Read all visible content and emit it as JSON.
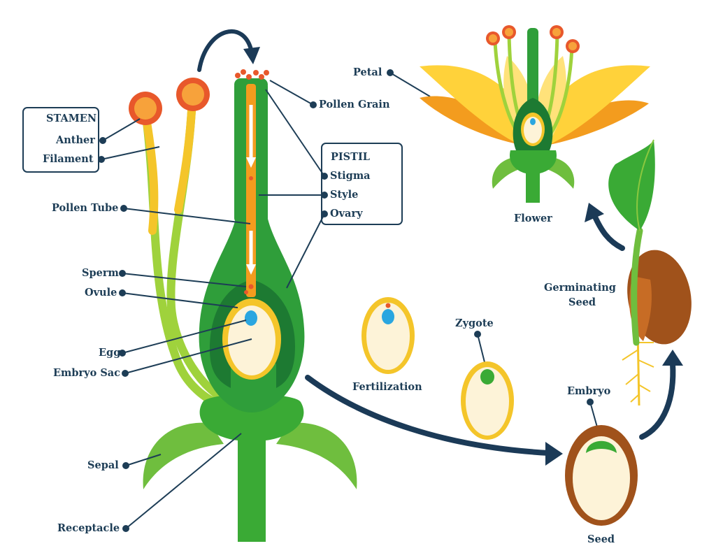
{
  "labels": {
    "stamen": "STAMEN",
    "anther": "Anther",
    "filament": "Filament",
    "pollen_grain": "Pollen Grain",
    "pistil": "PISTIL",
    "stigma": "Stigma",
    "style": "Style",
    "ovary": "Ovary",
    "pollen_tube": "Pollen Tube",
    "sperm": "Sperm",
    "ovule": "Ovule",
    "egg": "Egg",
    "embryo_sac": "Embryo Sac",
    "sepal": "Sepal",
    "receptacle": "Receptacle",
    "fertilization": "Fertilization",
    "zygote": "Zygote",
    "embryo": "Embryo",
    "seed": "Seed",
    "germinating_seed_1": "Germinating",
    "germinating_seed_2": "Seed",
    "flower": "Flower",
    "petal": "Petal"
  },
  "colors": {
    "label_text": "#1d3d56",
    "dark_green": "#1f8a3c",
    "mid_green": "#48b245",
    "light_green": "#8bc83f",
    "orange": "#f39c1e",
    "yellow": "#ffd23a",
    "cream": "#fdf3d8",
    "blue": "#2aa6e0",
    "brown": "#a0521b",
    "pollen": "#e8582b"
  }
}
